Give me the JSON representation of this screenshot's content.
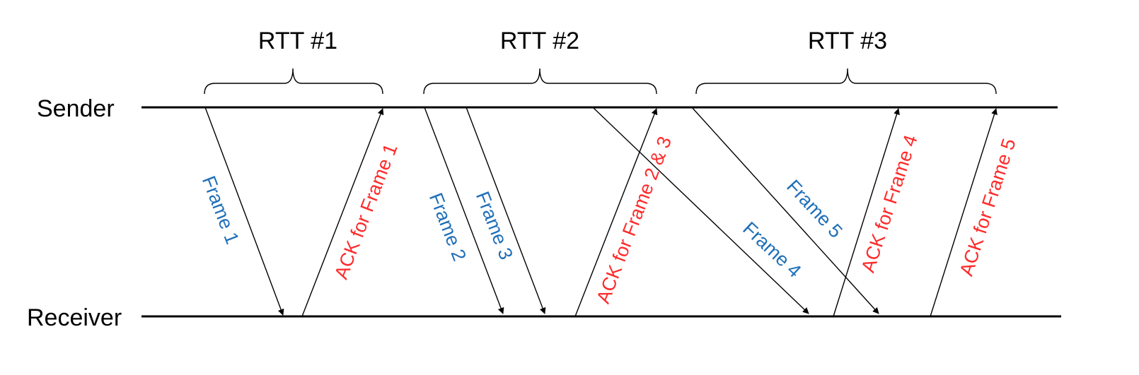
{
  "roles": {
    "sender": "Sender",
    "receiver": "Receiver"
  },
  "rtts": [
    "RTT #1",
    "RTT #2",
    "RTT #3"
  ],
  "messages": {
    "frame1": "Frame 1",
    "ack1": "ACK for Frame 1",
    "frame2": "Frame 2",
    "frame3": "Frame 3",
    "ack23": "ACK for Frame 2 & 3",
    "frame4": "Frame 4",
    "frame5": "Frame 5",
    "ack4": "ACK for Frame 4",
    "ack5": "ACK for Frame 5"
  },
  "colors": {
    "frame": "#1f6fb8",
    "ack": "#ff2a2a",
    "line": "#000000"
  }
}
